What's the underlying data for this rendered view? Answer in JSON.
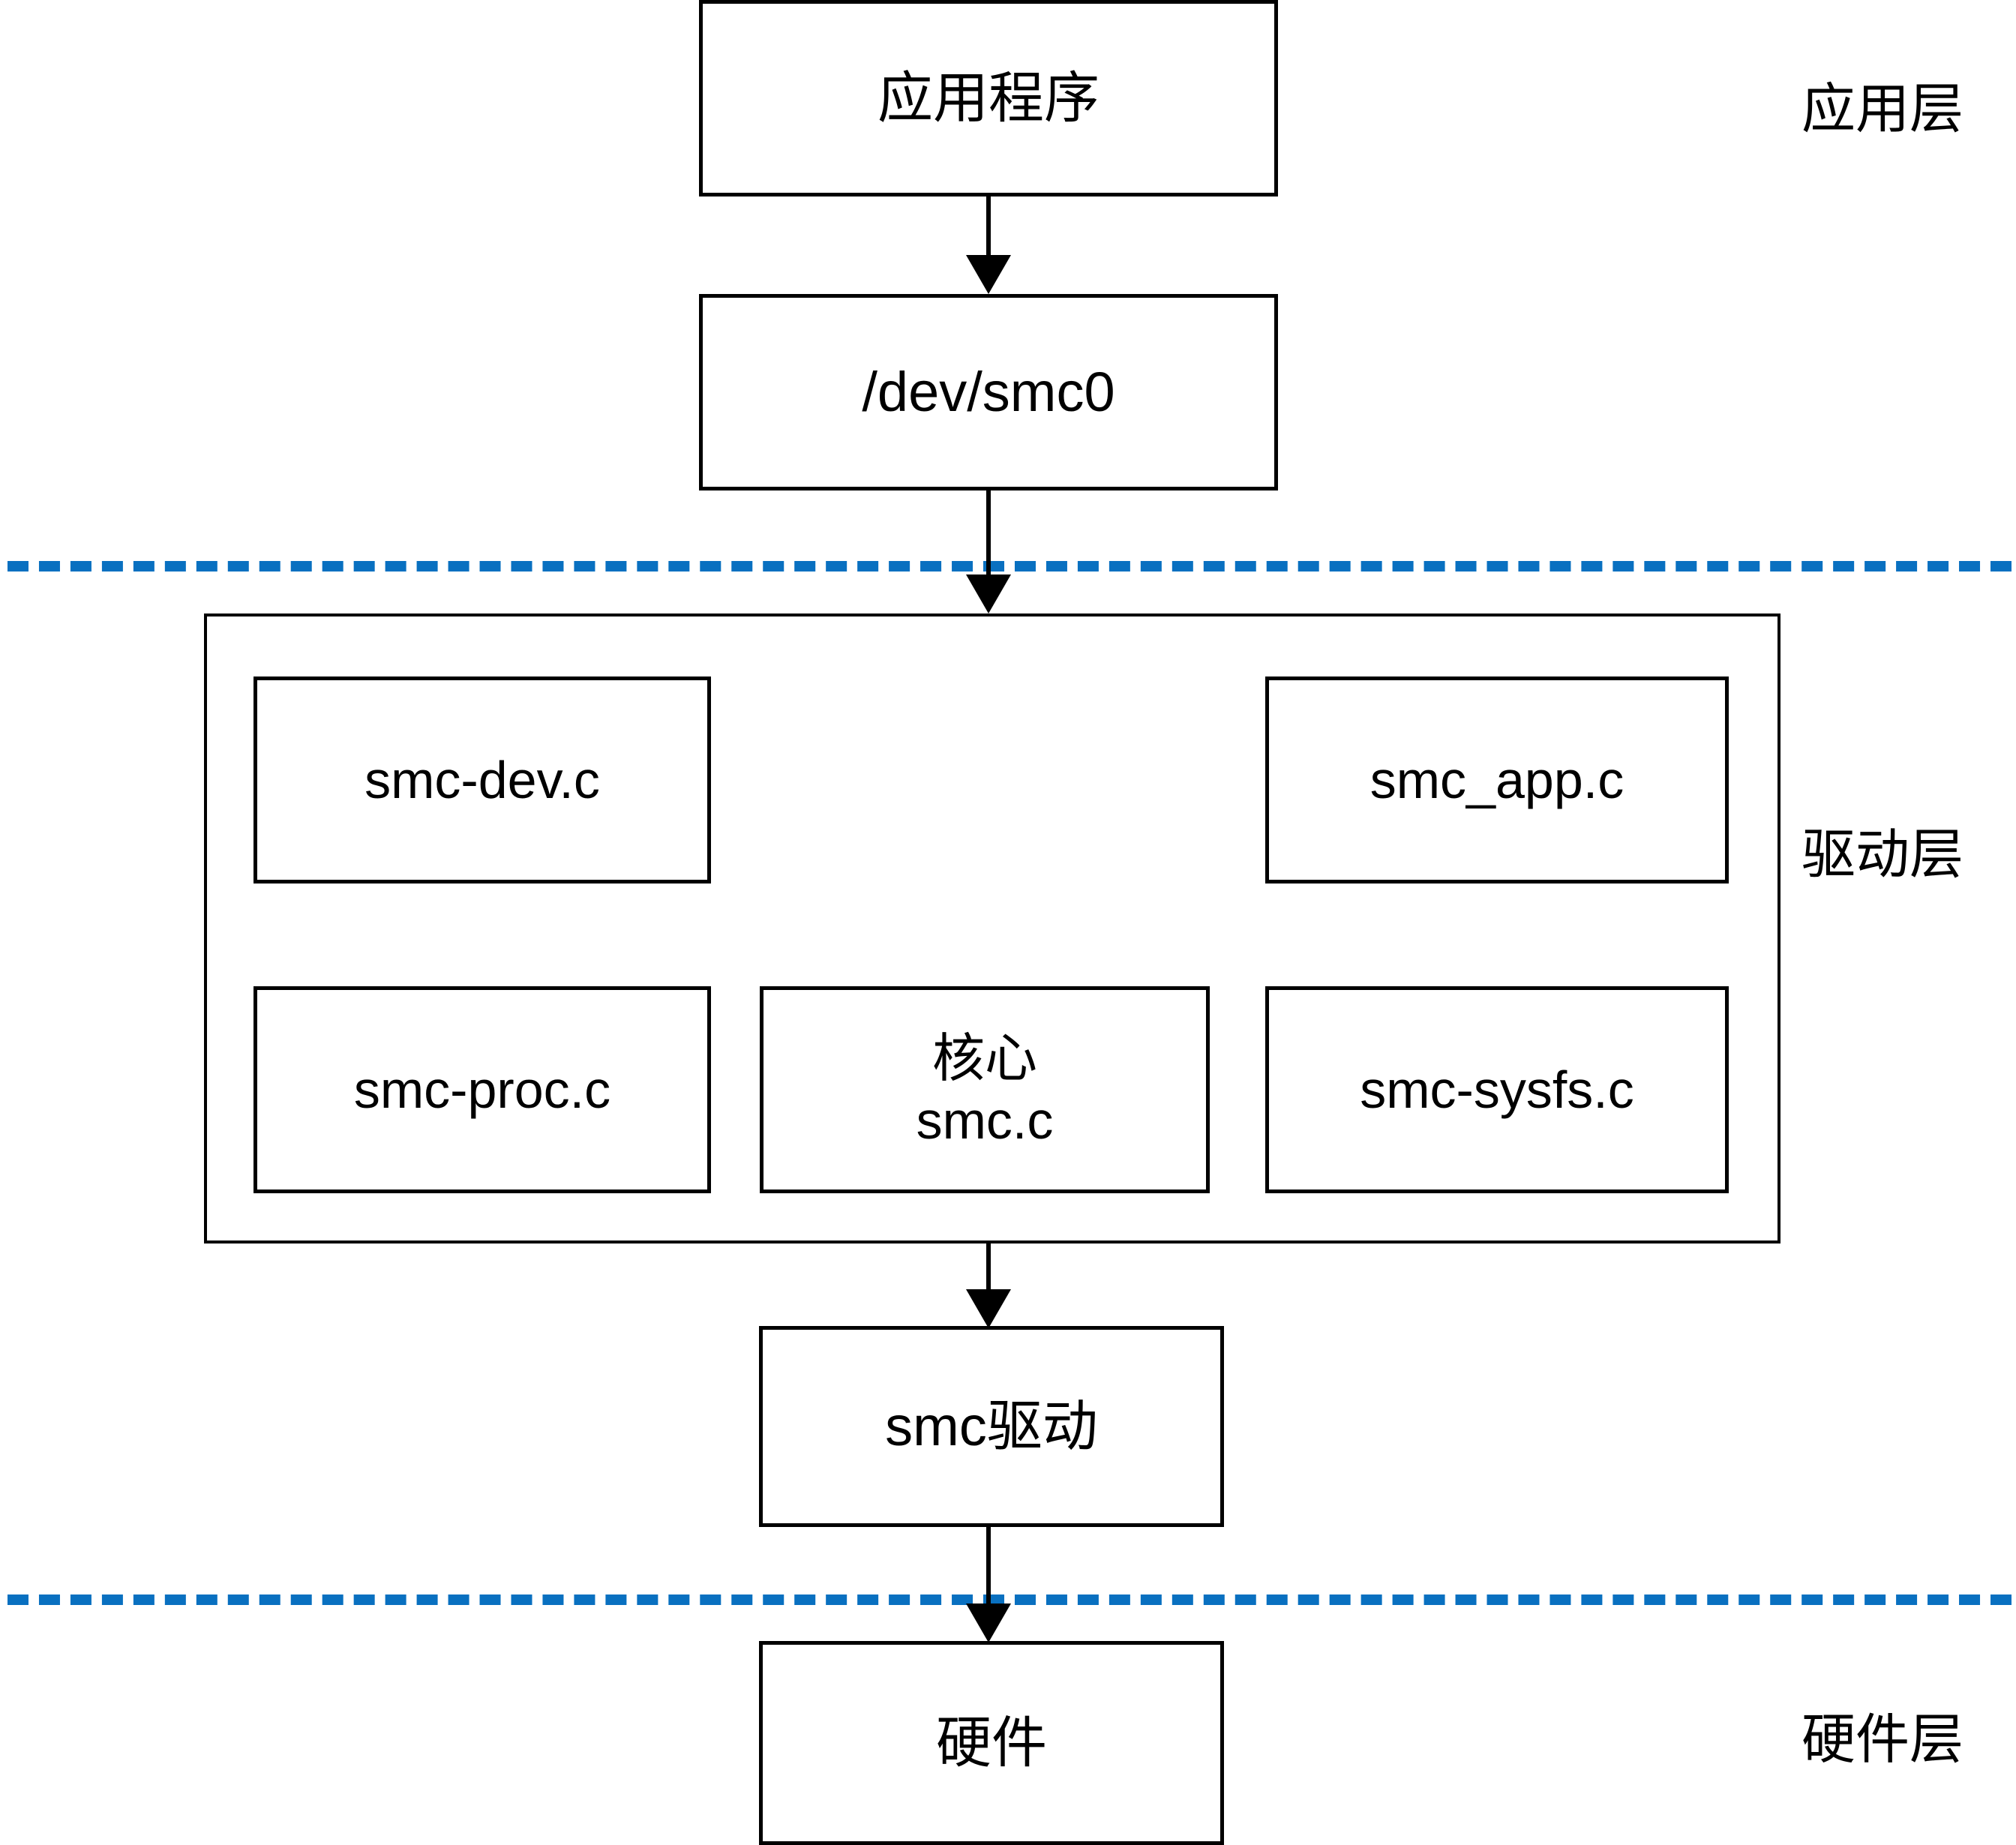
{
  "diagram": {
    "title": "SMC driver layered architecture",
    "accent_color": "#0970C0",
    "line_color": "#000000",
    "background": "#ffffff"
  },
  "layers": [
    {
      "id": "application",
      "caption": "应用层"
    },
    {
      "id": "driver",
      "caption": "驱动层"
    },
    {
      "id": "hardware",
      "caption": "硬件层"
    }
  ],
  "nodes": {
    "app": {
      "label": "应用程序"
    },
    "dev_node": {
      "label": "/dev/smc0"
    },
    "smc_dev": {
      "label": "smc-dev.c"
    },
    "smc_app": {
      "label": "smc_app.c"
    },
    "smc_proc": {
      "label": "smc-proc.c"
    },
    "smc_core": {
      "label": "核心\nsmc.c"
    },
    "smc_sysfs": {
      "label": "smc-sysfs.c"
    },
    "smc_driver": {
      "label": "smc驱动"
    },
    "hardware": {
      "label": "硬件"
    }
  },
  "edges": [
    {
      "id": "app-to-dev",
      "from": "app",
      "to": "dev_node",
      "style": "solid-arrow"
    },
    {
      "id": "dev-to-driverlayer",
      "from": "dev_node",
      "to": "driver_box",
      "style": "solid-arrow"
    },
    {
      "id": "driverlayer-to-smc",
      "from": "driver_box",
      "to": "smc_driver",
      "style": "solid-arrow"
    },
    {
      "id": "smc-to-hardware",
      "from": "smc_driver",
      "to": "hardware",
      "style": "solid-arrow"
    }
  ],
  "dividers": [
    {
      "id": "app-driver-divider",
      "between": [
        "应用层",
        "驱动层"
      ]
    },
    {
      "id": "driver-hardware-divider",
      "between": [
        "驱动层",
        "硬件层"
      ]
    }
  ]
}
